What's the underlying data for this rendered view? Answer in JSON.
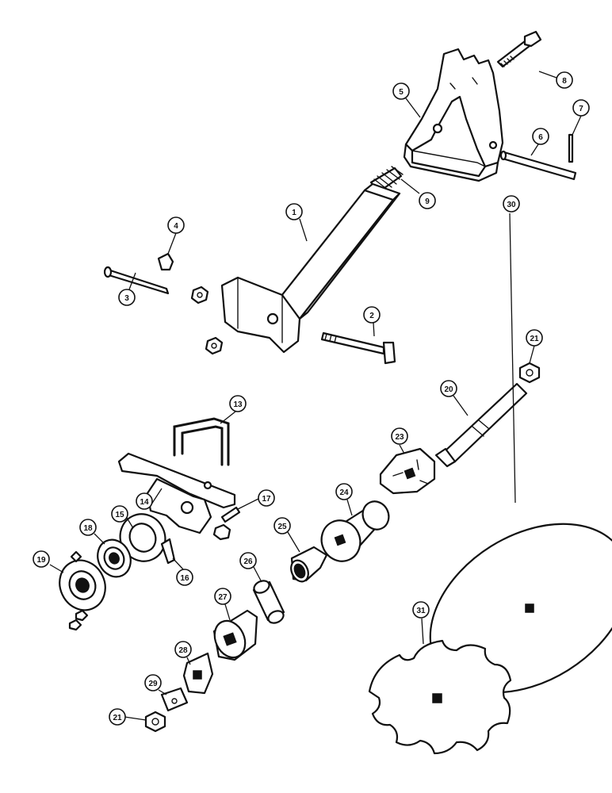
{
  "callouts": [
    {
      "id": "1",
      "label": "1"
    },
    {
      "id": "2",
      "label": "2"
    },
    {
      "id": "3",
      "label": "3"
    },
    {
      "id": "4",
      "label": "4"
    },
    {
      "id": "5",
      "label": "5"
    },
    {
      "id": "6",
      "label": "6"
    },
    {
      "id": "7",
      "label": "7"
    },
    {
      "id": "8",
      "label": "8"
    },
    {
      "id": "9",
      "label": "9"
    },
    {
      "id": "13",
      "label": "13"
    },
    {
      "id": "14",
      "label": "14"
    },
    {
      "id": "15",
      "label": "15"
    },
    {
      "id": "16",
      "label": "16"
    },
    {
      "id": "17",
      "label": "17"
    },
    {
      "id": "18",
      "label": "18"
    },
    {
      "id": "19",
      "label": "19"
    },
    {
      "id": "20",
      "label": "20"
    },
    {
      "id": "21a",
      "label": "21"
    },
    {
      "id": "21b",
      "label": "21"
    },
    {
      "id": "23",
      "label": "23"
    },
    {
      "id": "24",
      "label": "24"
    },
    {
      "id": "25",
      "label": "25"
    },
    {
      "id": "26",
      "label": "26"
    },
    {
      "id": "27",
      "label": "27"
    },
    {
      "id": "28",
      "label": "28"
    },
    {
      "id": "29",
      "label": "29"
    },
    {
      "id": "30",
      "label": "30"
    },
    {
      "id": "31",
      "label": "31"
    }
  ],
  "colors": {
    "line": "#111111",
    "background": "#ffffff"
  }
}
